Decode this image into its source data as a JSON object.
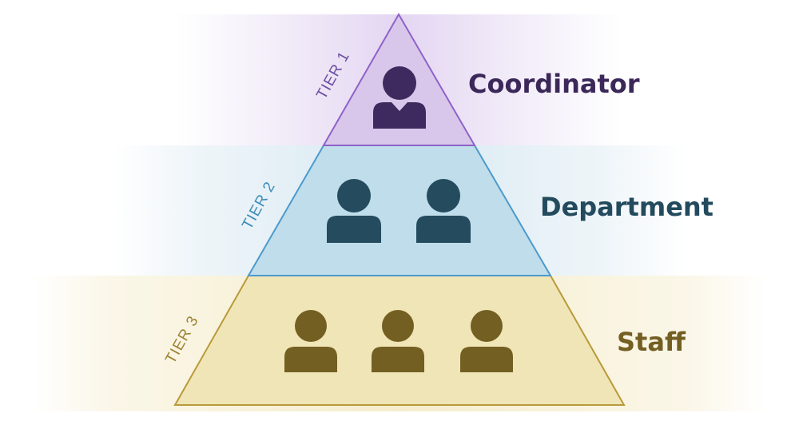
{
  "tiers": [
    {
      "tier_label": "TIER 1",
      "title": "Coordinator",
      "people_count": 1,
      "person_icon": "person-with-collar-icon",
      "colors": {
        "band": "#EDE3F7",
        "fill": "#D9C7EB",
        "stroke": "#8E62C9",
        "icon": "#3E2A5E",
        "title": "#3B2859",
        "tier_label": "#6B4FA0"
      }
    },
    {
      "tier_label": "TIER 2",
      "title": "Department",
      "people_count": 2,
      "person_icon": "person-icon",
      "colors": {
        "band": "#E3EEF5",
        "fill": "#BFDDEA",
        "stroke": "#4C9ACC",
        "icon": "#244B5E",
        "title": "#234A5D",
        "tier_label": "#3E8DB8"
      }
    },
    {
      "tier_label": "TIER 3",
      "title": "Staff",
      "people_count": 3,
      "person_icon": "person-icon",
      "colors": {
        "band": "#F8F2DA",
        "fill": "#F0E5B6",
        "stroke": "#B89A3A",
        "icon": "#735F22",
        "title": "#735F22",
        "tier_label": "#9C8434"
      }
    }
  ]
}
